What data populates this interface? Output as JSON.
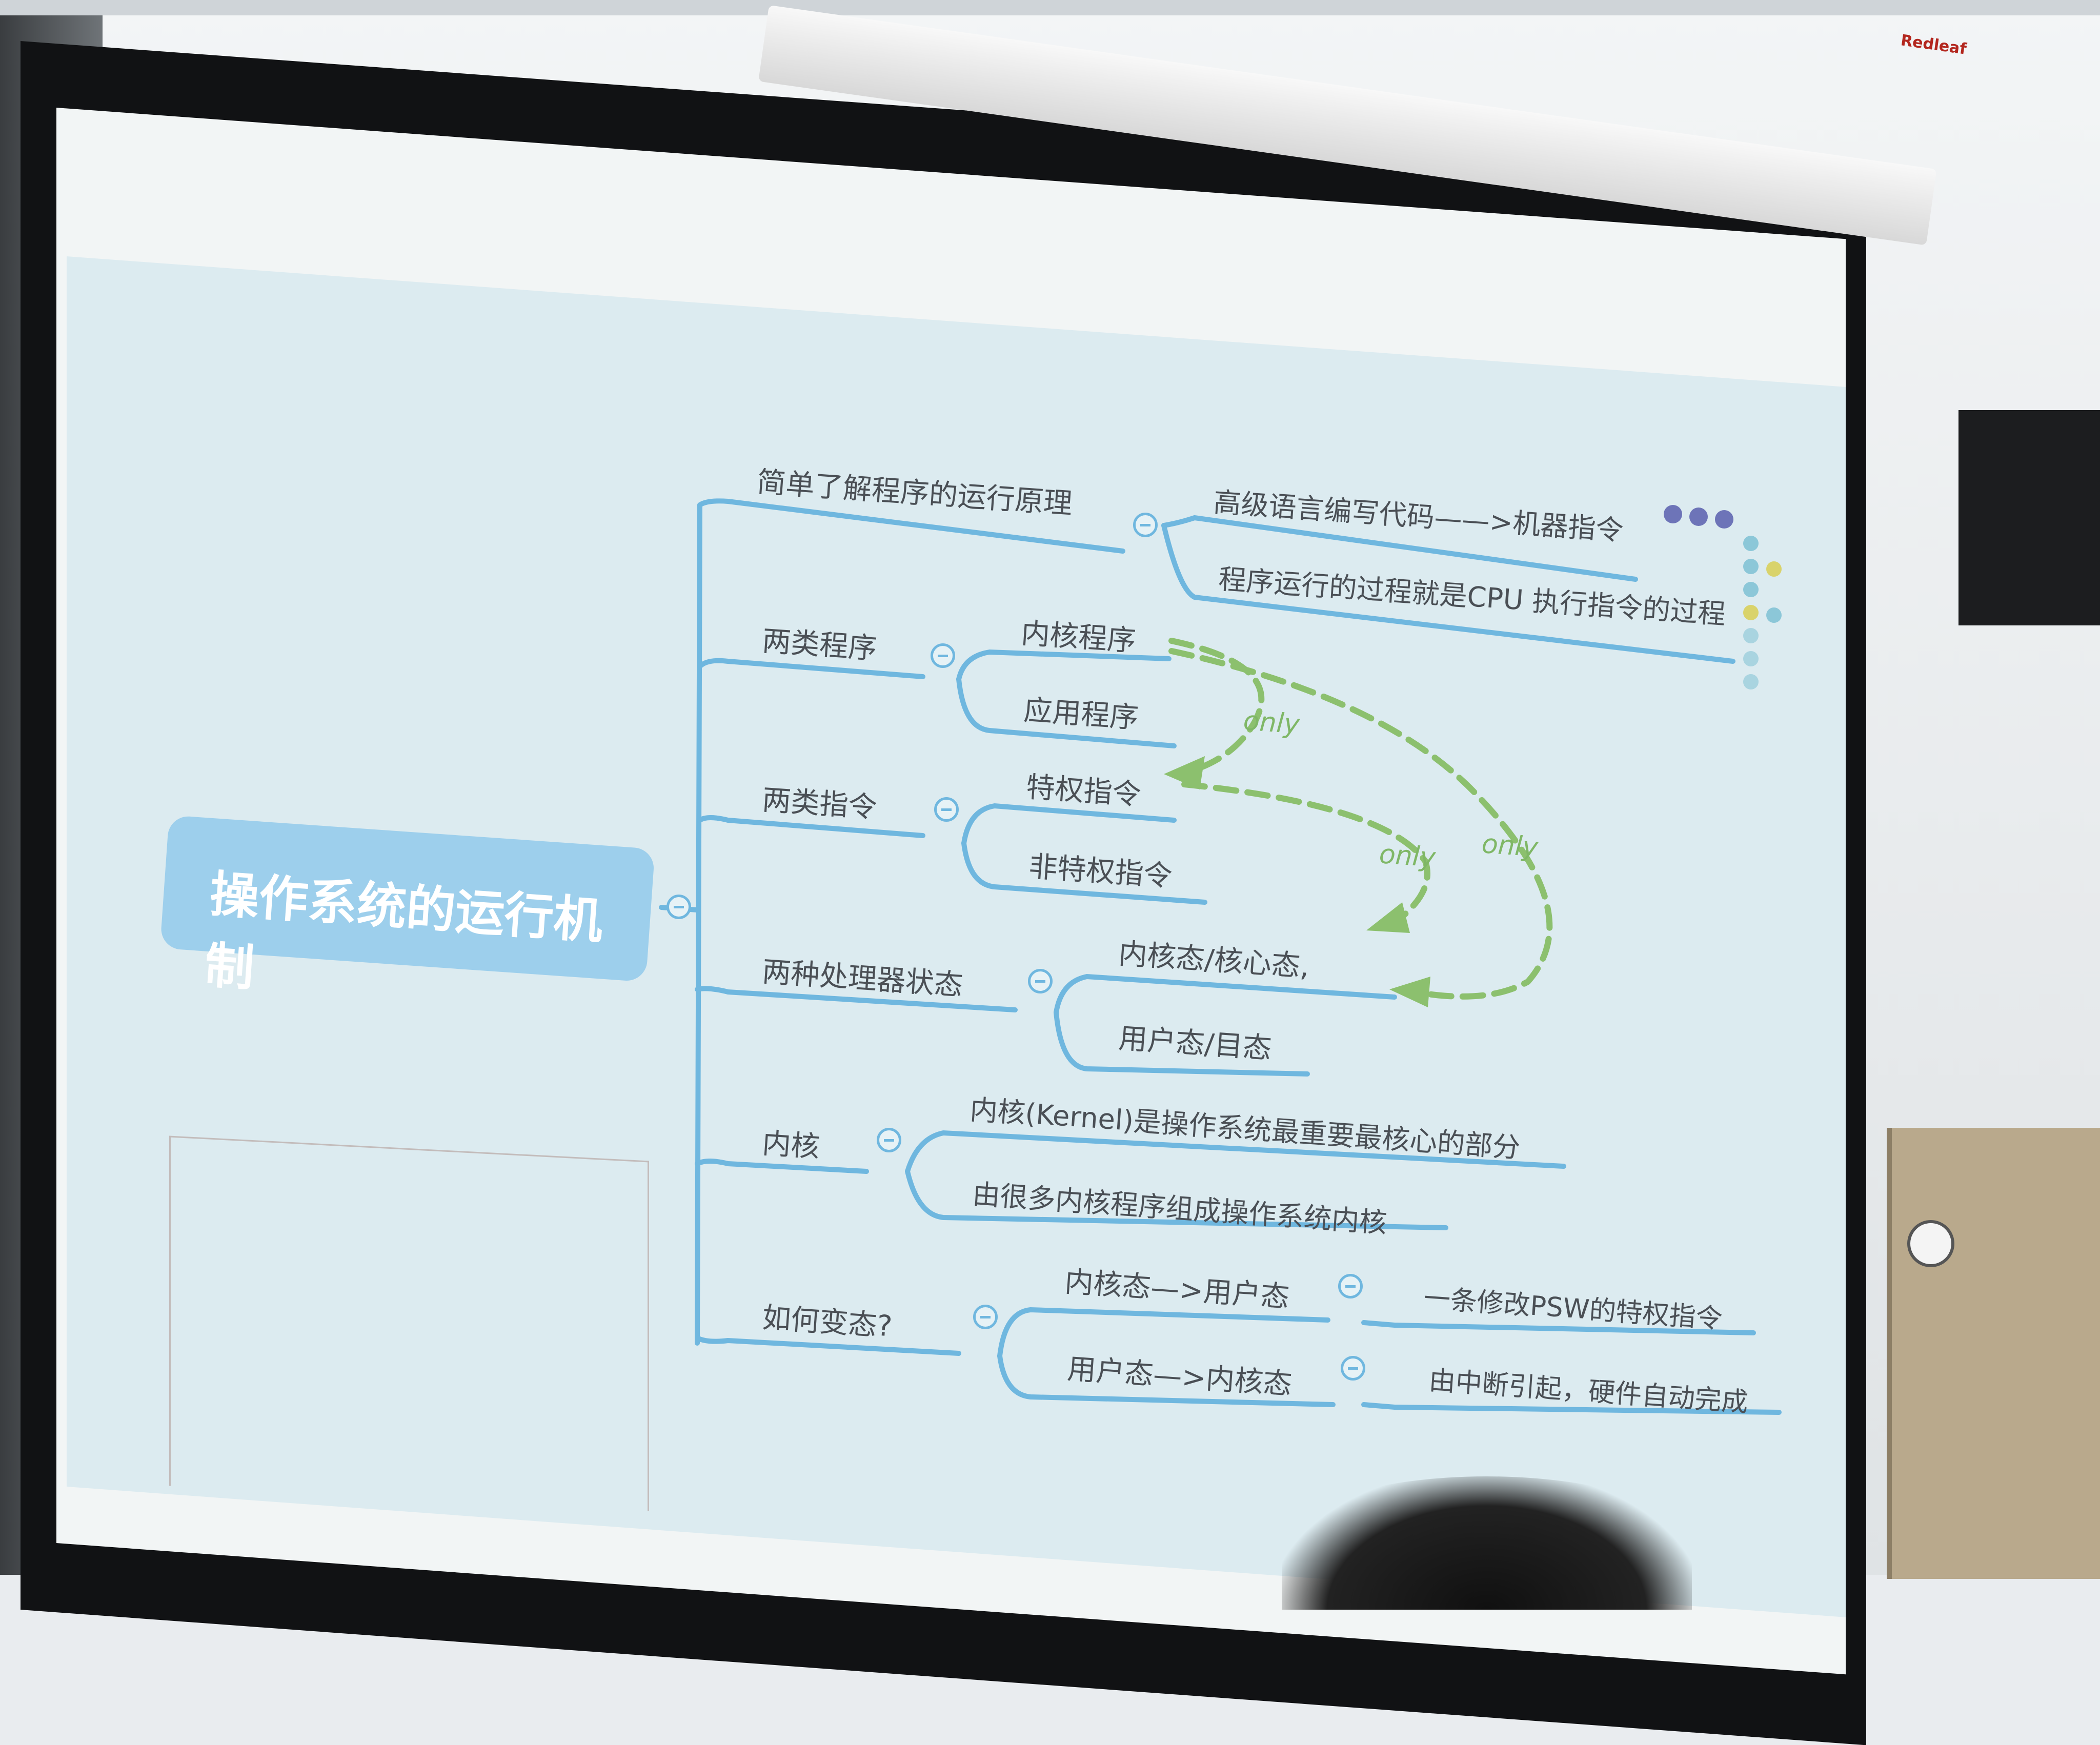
{
  "brand": "Redleaf",
  "mindmap": {
    "root": "操作系统的运行机制",
    "branches": [
      {
        "label": "简单了解程序的运行原理",
        "children": [
          "高级语言编写代码——>机器指令",
          "程序运行的过程就是CPU 执行指令的过程"
        ]
      },
      {
        "label": "两类程序",
        "children": [
          "内核程序",
          "应用程序"
        ]
      },
      {
        "label": "两类指令",
        "children": [
          "特权指令",
          "非特权指令"
        ]
      },
      {
        "label": "两种处理器状态",
        "children": [
          "内核态/核心态,",
          "用户态/目态"
        ]
      },
      {
        "label": "内核",
        "children": [
          "内核(Kernel)是操作系统最重要最核心的部分",
          "由很多内核程序组成操作系统内核"
        ]
      },
      {
        "label": "如何变态?",
        "children": [
          "内核态—>用户态",
          "用户态—>内核态"
        ],
        "details": [
          "一条修改PSW的特权指令",
          "由中断引起，硬件自动完成"
        ]
      }
    ],
    "arrow_labels": [
      "only",
      "only",
      "only"
    ]
  },
  "colors": {
    "line": "#6fb7df",
    "root": "#9dcfec",
    "arrow": "#8cc06e",
    "projection": "#dcebf0"
  }
}
